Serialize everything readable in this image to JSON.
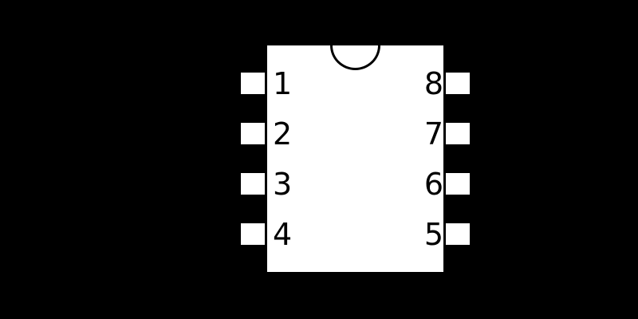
{
  "ic": {
    "colors": {
      "background": "#000000",
      "body": "#ffffff",
      "line": "#000000",
      "text": "#000000"
    },
    "rows": [
      {
        "left_number": "1",
        "right_number": "8"
      },
      {
        "left_number": "2",
        "right_number": "7"
      },
      {
        "left_number": "3",
        "right_number": "6"
      },
      {
        "left_number": "4",
        "right_number": "5"
      }
    ]
  }
}
